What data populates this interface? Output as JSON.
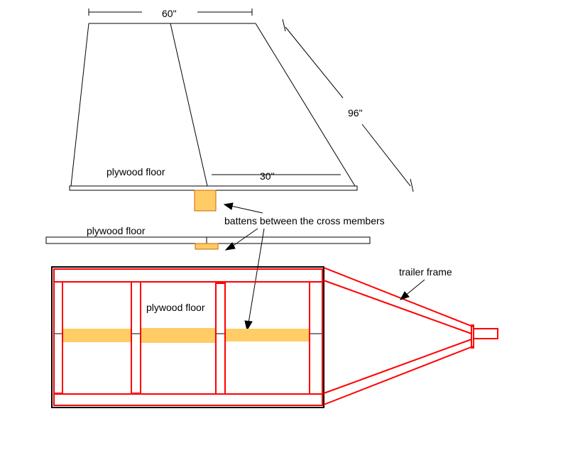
{
  "labels": {
    "dim_top": "60\"",
    "dim_side": "96\"",
    "dim_bottom": "30\"",
    "plywood_floor_1": "plywood floor",
    "plywood_floor_2": "plywood floor",
    "plywood_floor_3": "plywood floor",
    "battens": "battens between the cross members",
    "trailer_frame": "trailer frame"
  },
  "colors": {
    "frame_red": "#ff0000",
    "batten_orange": "#ffcc66",
    "batten_outline": "#cc6600",
    "line_black": "#000000"
  }
}
